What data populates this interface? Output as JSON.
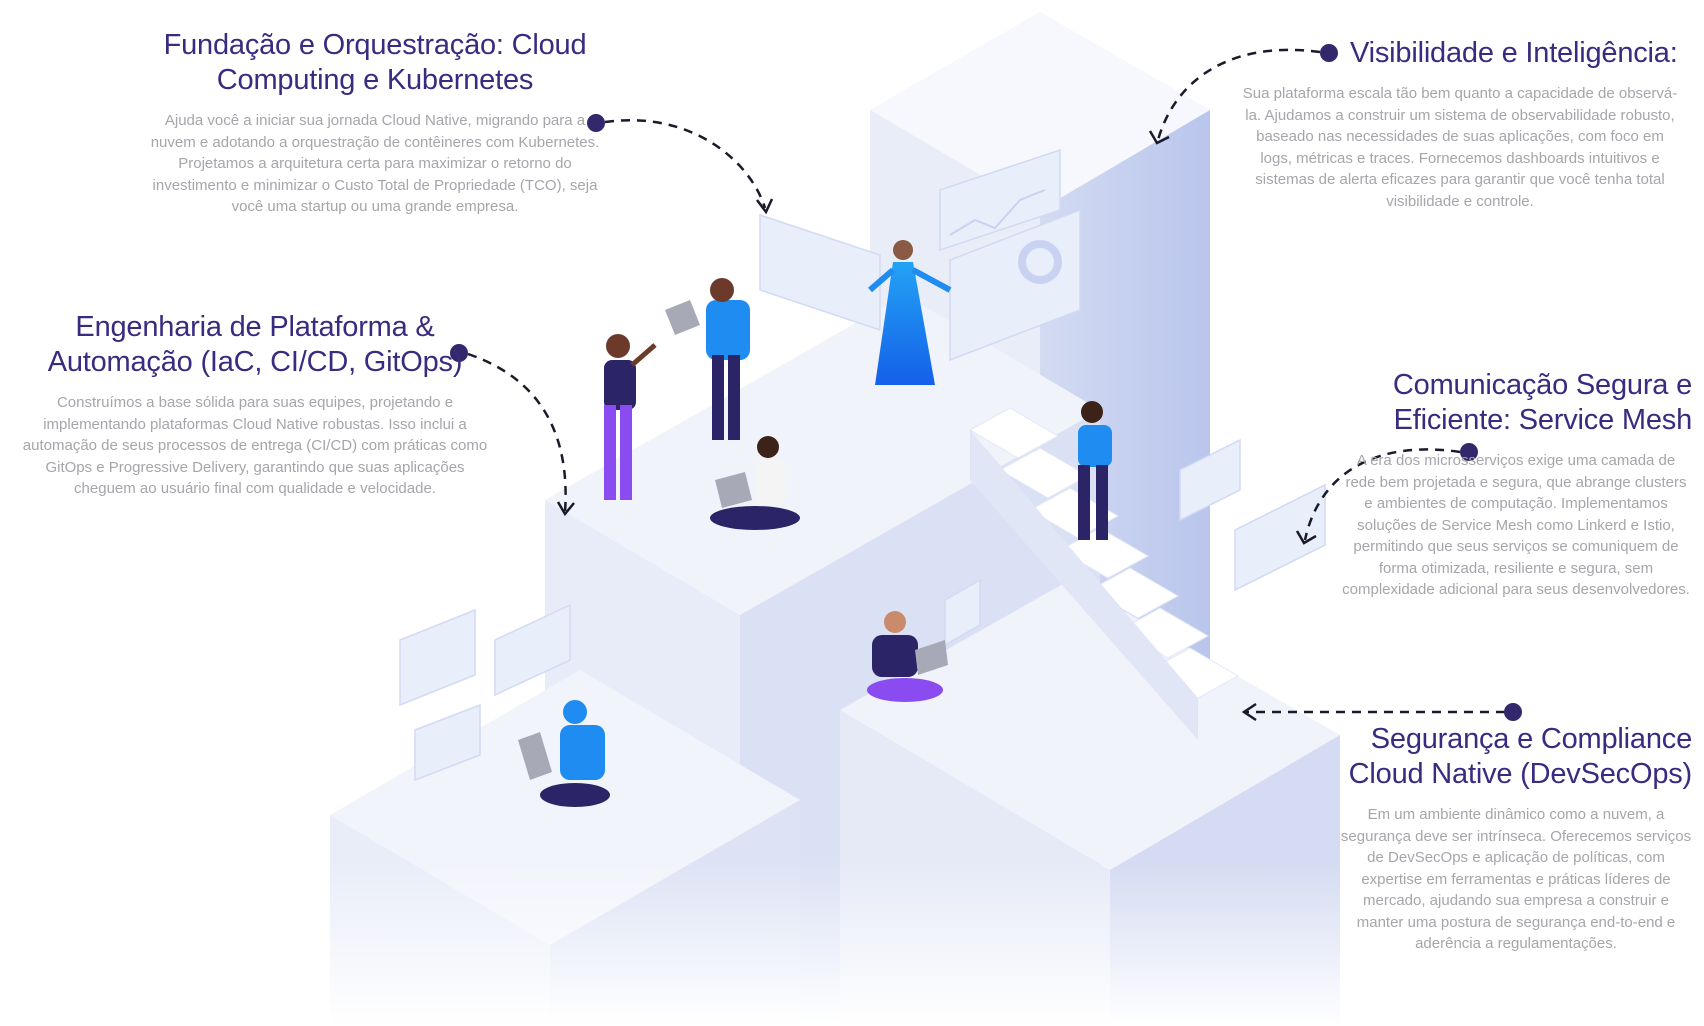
{
  "colors": {
    "title": "#3a2a80",
    "body": "#a5a5ab",
    "dot": "#33286b",
    "accent_blue": "#1e8cf0",
    "accent_purple": "#8a4cf0",
    "building": "#e6eaf7"
  },
  "features": {
    "fundacao": {
      "title": "Fundação e Orquestração: Cloud Computing e Kubernetes",
      "body": "Ajuda você a iniciar sua jornada Cloud Native, migrando para a nuvem e adotando a orquestração de contêineres com Kubernetes. Projetamos a arquitetura certa para maximizar o retorno do investimento e minimizar o Custo Total de Propriedade (TCO), seja você uma startup ou uma grande empresa."
    },
    "engenharia": {
      "title": "Engenharia de Plataforma & Automação (IaC, CI/CD, GitOps)",
      "body": "Construímos a base sólida para suas equipes, projetando e implementando plataformas Cloud Native robustas. Isso inclui a automação de seus processos de entrega (CI/CD) com práticas como GitOps e Progressive Delivery, garantindo que suas aplicações cheguem ao usuário final com qualidade e velocidade."
    },
    "visibilidade": {
      "title": "Visibilidade e Inteligência:",
      "body": "Sua plataforma escala tão bem quanto a capacidade de observá-la. Ajudamos a construir um sistema de observabilidade robusto, baseado nas necessidades de suas aplicações, com foco em logs, métricas e traces. Fornecemos dashboards intuitivos e sistemas de alerta eficazes para garantir que você tenha total visibilidade e controle."
    },
    "comunicacao": {
      "title": "Comunicação Segura e Eficiente: Service Mesh",
      "body": "A era dos microsserviços exige uma camada de rede bem projetada e segura, que abrange clusters e ambientes de computação. Implementamos soluções de Service Mesh como Linkerd e Istio, permitindo que seus serviços se comuniquem de forma otimizada, resiliente e segura, sem complexidade adicional para seus desenvolvedores."
    },
    "seguranca": {
      "title": "Segurança e Compliance Cloud Native (DevSecOps)",
      "body": "Em um ambiente dinâmico como a nuvem, a segurança deve ser intrínseca. Oferecemos serviços de DevSecOps e aplicação de políticas, com expertise em ferramentas e práticas líderes de mercado, ajudando sua empresa a construir e manter uma postura de segurança end-to-end e aderência a regulamentações."
    }
  }
}
